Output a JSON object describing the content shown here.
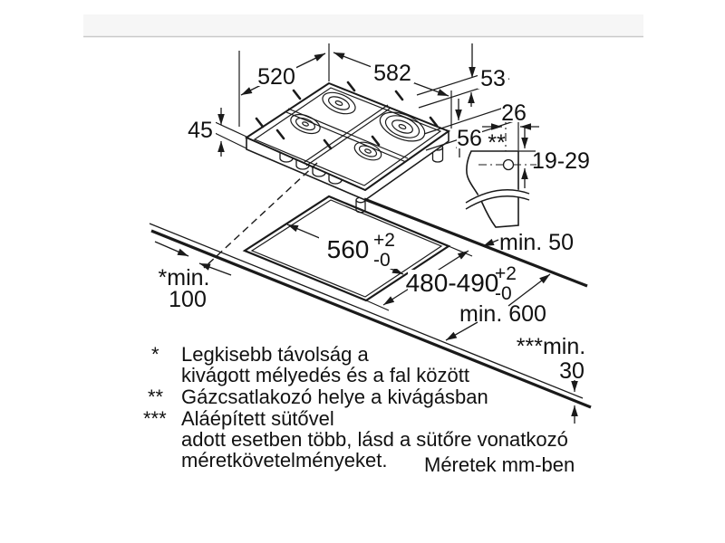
{
  "colors": {
    "line": "#1a1a1a",
    "burner_fill": "#b4b4b4",
    "burner_cap": "#cccccc",
    "top_band": "#f6f6f6",
    "top_rule": "#c9c9c9"
  },
  "dimensions": {
    "hob_depth": "520",
    "hob_width": "582",
    "edge_53": "53",
    "height_45": "45",
    "edge_56": "56",
    "gas_26": "26",
    "gas_range": "19-29",
    "gas_marker": "**",
    "cut_w": "560",
    "cut_w_sup": "+2",
    "cut_w_sub": "-0",
    "cut_d": "480-490",
    "cut_d_sup": "+2",
    "cut_d_sub": "-0",
    "min_rear": "min. 50",
    "min_side_a": "*min.",
    "min_side_b": "100",
    "min_front": "min. 600",
    "min_oven_a": "***min.",
    "min_oven_b": "30"
  },
  "footnotes": {
    "star": "*",
    "star_l1": "Legkisebb távolság a",
    "star_l2": "kivágott mélyedés és a fal között",
    "dstar": "**",
    "dstar_l1": "Gázcsatlakozó helye a kivágásban",
    "tstar": "***",
    "tstar_l1": "Aláépített sütővel",
    "tstar_l2": "adott esetben több, lásd a sütőre vonatkozó",
    "tstar_l3": "méretkövetelményeket.",
    "units": "Méretek mm-ben"
  }
}
